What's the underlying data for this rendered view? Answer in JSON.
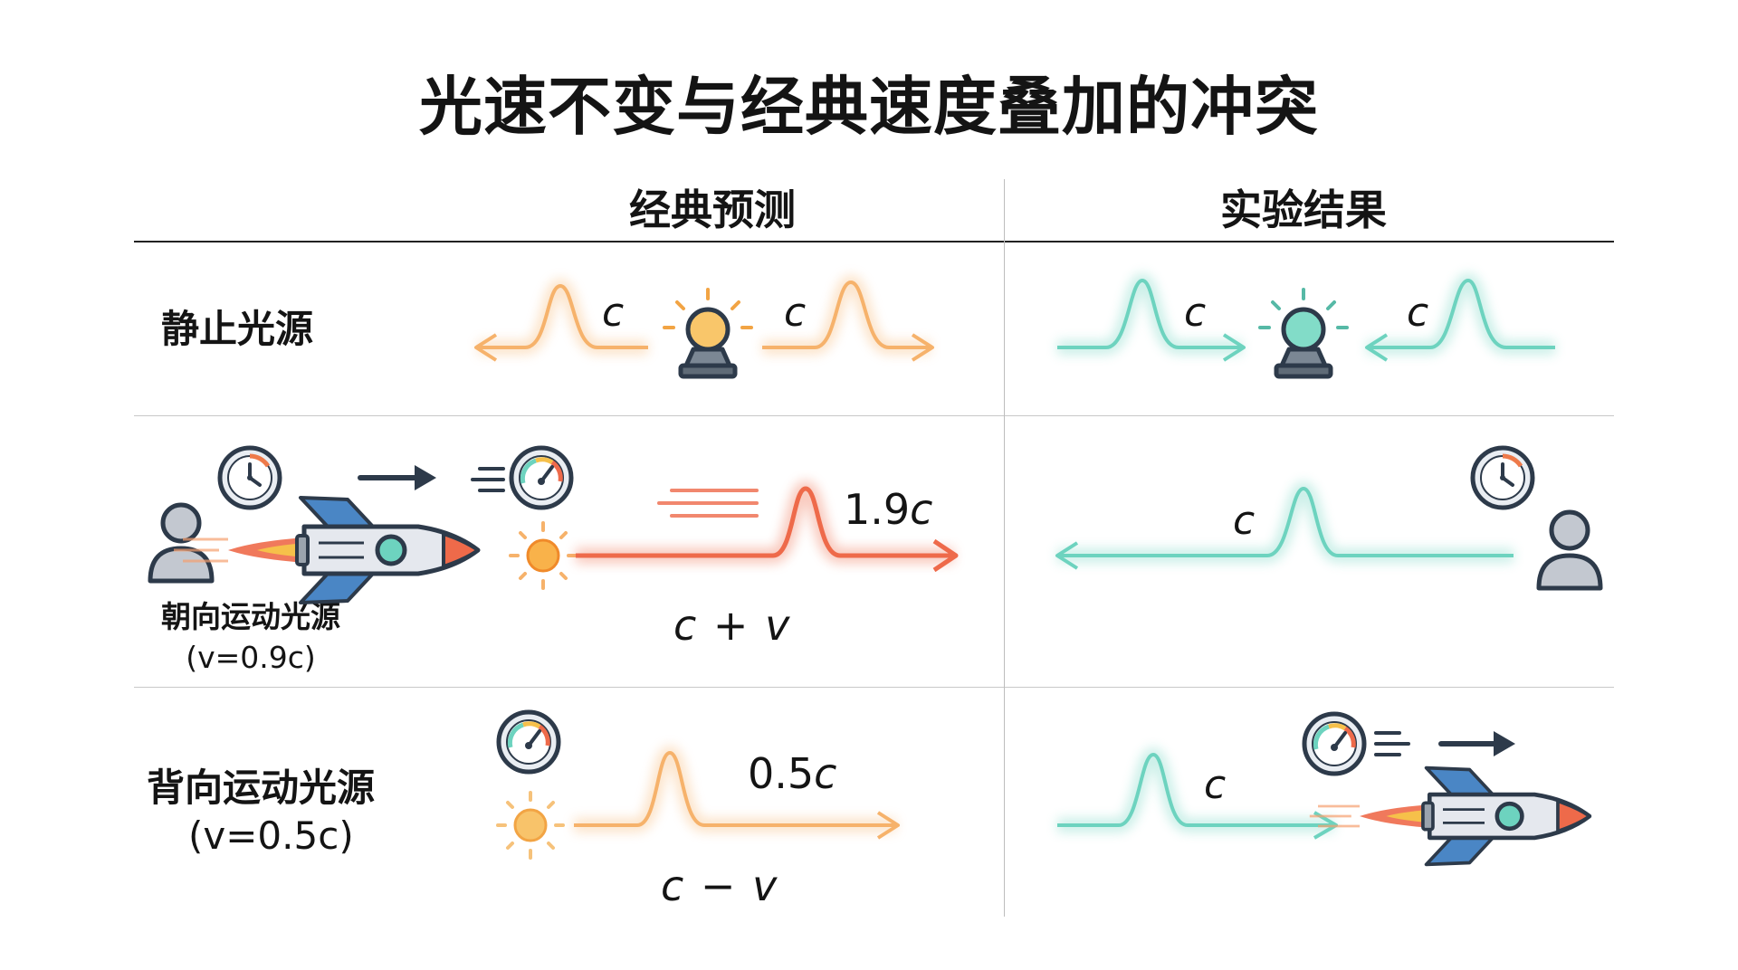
{
  "title": "光速不变与经典速度叠加的冲突",
  "columns": {
    "classical": "经典预测",
    "experimental": "实验结果"
  },
  "rows": {
    "stationary": {
      "label": "静止光源",
      "classical_left": "c",
      "classical_right": "c",
      "exp_left": "c",
      "exp_right": "c"
    },
    "toward": {
      "label": "朝向运动光源",
      "param": "(v=0.9c)",
      "classical_value": "1.9",
      "classical_unit": "c",
      "classical_formula": "c + v",
      "exp_value": "c"
    },
    "away": {
      "label": "背向运动光源",
      "param": "(v=0.5c)",
      "classical_value": "0.5",
      "classical_unit": "c",
      "classical_formula": "c − v",
      "exp_value": "c"
    }
  },
  "colors": {
    "classical_light": "#f6b26b",
    "classical_fast": "#ee6a4a",
    "experimental_light": "#6dd3bf",
    "dark": "#2d3a4a",
    "body": "#c3c8d0"
  }
}
